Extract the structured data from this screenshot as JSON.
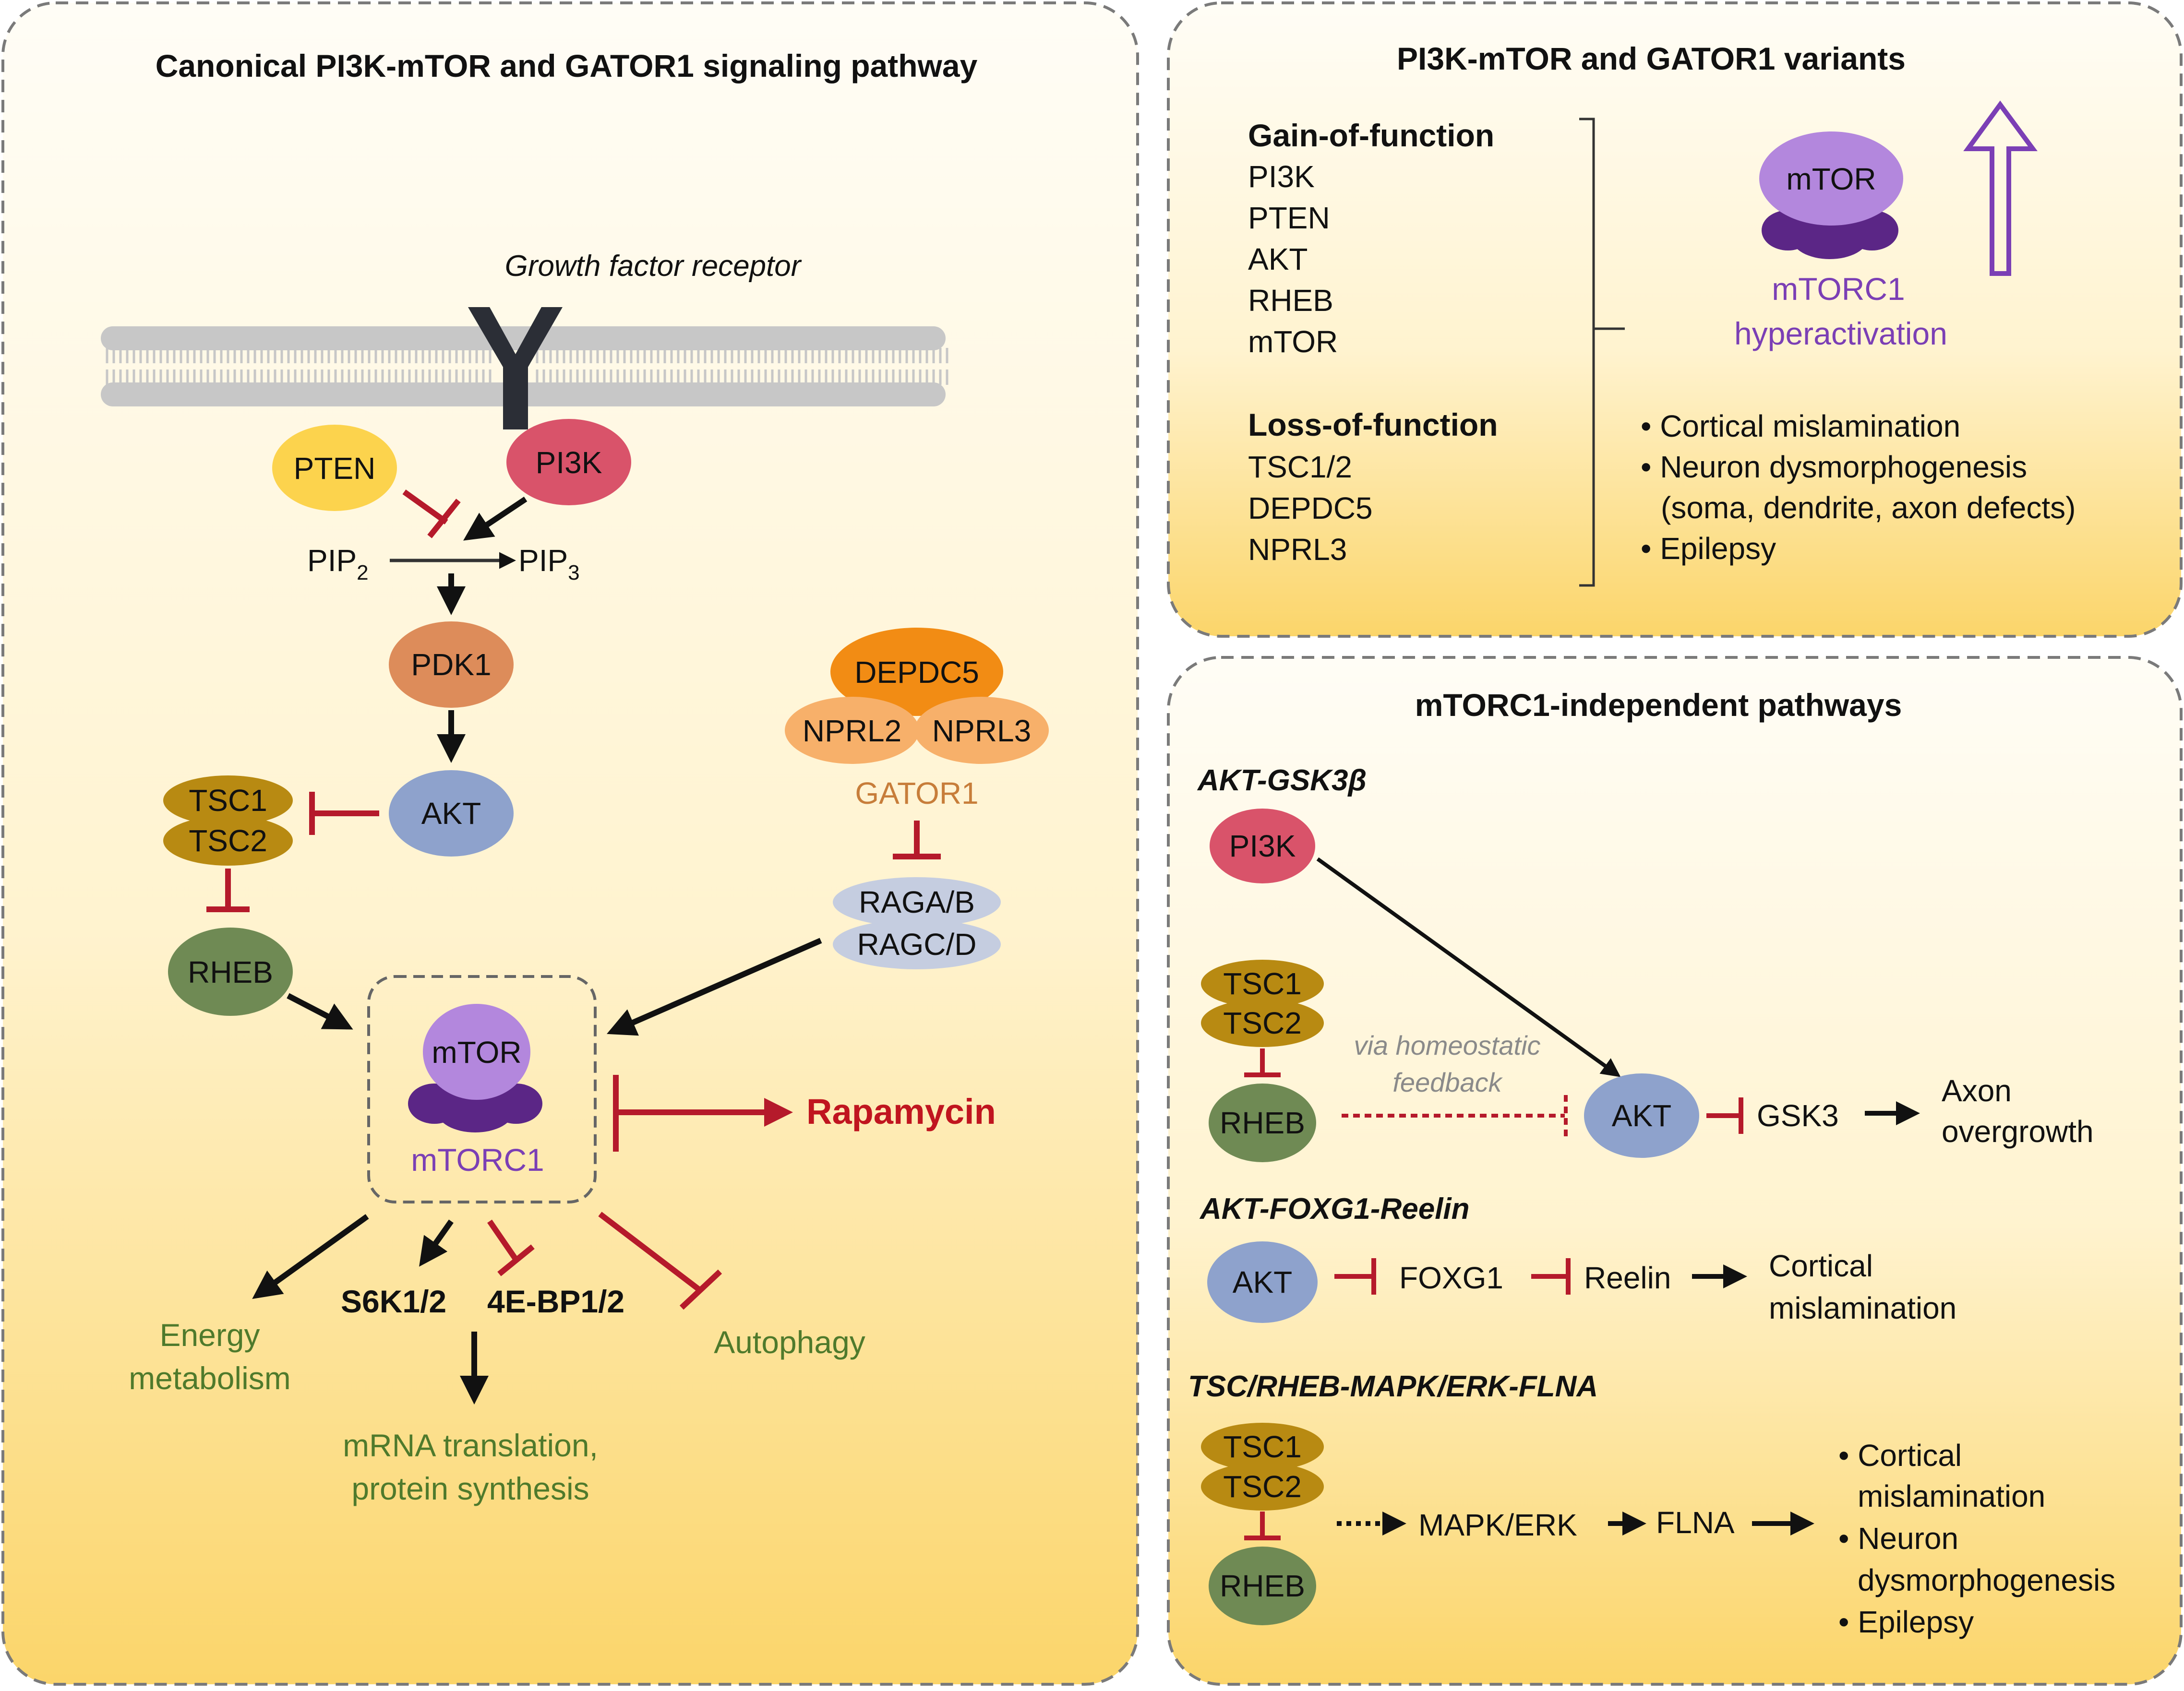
{
  "colors": {
    "panel_top": "#fffdf7",
    "panel_bottom": "#fbd770",
    "inhibit_red": "#b51a2b",
    "arrow_black": "#111111",
    "pten": "#fcd34d",
    "pi3k": "#d9536a",
    "pdk1": "#dd8c5a",
    "akt": "#8ea2cc",
    "tsc": "#b88a12",
    "rheb": "#6f8a54",
    "mtor": "#b387dd",
    "mtor_base": "#5b2686",
    "depdc5": "#f28c14",
    "nprl": "#f7b06a",
    "rag": "#c5cde0",
    "receptor": "#2b2e36",
    "membrane": "#c7c7c7"
  },
  "left_panel": {
    "title": "Canonical PI3K-mTOR and GATOR1 signaling pathway",
    "receptor_label": "Growth factor receptor",
    "nodes": {
      "pten": "PTEN",
      "pi3k": "PI3K",
      "pip2": "PIP",
      "pip2_sub": "2",
      "pip3": "PIP",
      "pip3_sub": "3",
      "pdk1": "PDK1",
      "akt": "AKT",
      "tsc1": "TSC1",
      "tsc2": "TSC2",
      "rheb": "RHEB",
      "depdc5": "DEPDC5",
      "nprl2": "NPRL2",
      "nprl3": "NPRL3",
      "gator1": "GATOR1",
      "raga": "RAGA/B",
      "ragc": "RAGC/D",
      "mtor": "mTOR",
      "mtorc1": "mTORC1",
      "rapamycin": "Rapamycin",
      "s6k": "S6K1/2",
      "ebp": "4E-BP1/2"
    },
    "outputs": {
      "energy_line1": "Energy",
      "energy_line2": "metabolism",
      "autophagy": "Autophagy",
      "translation_line1": "mRNA translation,",
      "translation_line2": "protein synthesis"
    }
  },
  "variants_panel": {
    "title": "PI3K-mTOR and GATOR1 variants",
    "gain_heading": "Gain-of-function",
    "gain_items": [
      "PI3K",
      "PTEN",
      "AKT",
      "RHEB",
      "mTOR"
    ],
    "loss_heading": "Loss-of-function",
    "loss_items": [
      "TSC1/2",
      "DEPDC5",
      "NPRL3"
    ],
    "mtor": "mTOR",
    "mtorc1": "mTORC1",
    "hyperactivation": "hyperactivation",
    "phenotypes": [
      "Cortical mislamination",
      "Neuron dysmorphogenesis",
      "(soma, dendrite, axon defects)",
      "Epilepsy"
    ]
  },
  "independent_panel": {
    "title": "mTORC1-independent pathways",
    "akt_gsk": {
      "heading": "AKT-GSK3β",
      "pi3k": "PI3K",
      "tsc1": "TSC1",
      "tsc2": "TSC2",
      "rheb": "RHEB",
      "feedback_line1": "via homeostatic",
      "feedback_line2": "feedback",
      "akt": "AKT",
      "gsk3": "GSK3",
      "out_line1": "Axon",
      "out_line2": "overgrowth"
    },
    "akt_foxg1": {
      "heading": "AKT-FOXG1-Reelin",
      "akt": "AKT",
      "foxg1": "FOXG1",
      "reelin": "Reelin",
      "out_line1": "Cortical",
      "out_line2": "mislamination"
    },
    "tsc_mapk": {
      "heading": "TSC/RHEB-MAPK/ERK-FLNA",
      "tsc1": "TSC1",
      "tsc2": "TSC2",
      "rheb": "RHEB",
      "mapk": "MAPK/ERK",
      "flna": "FLNA",
      "out1_line1": "Cortical",
      "out1_line2": "mislamination",
      "out2_line1": "Neuron",
      "out2_line2": "dysmorphogenesis",
      "out3": "Epilepsy"
    }
  }
}
